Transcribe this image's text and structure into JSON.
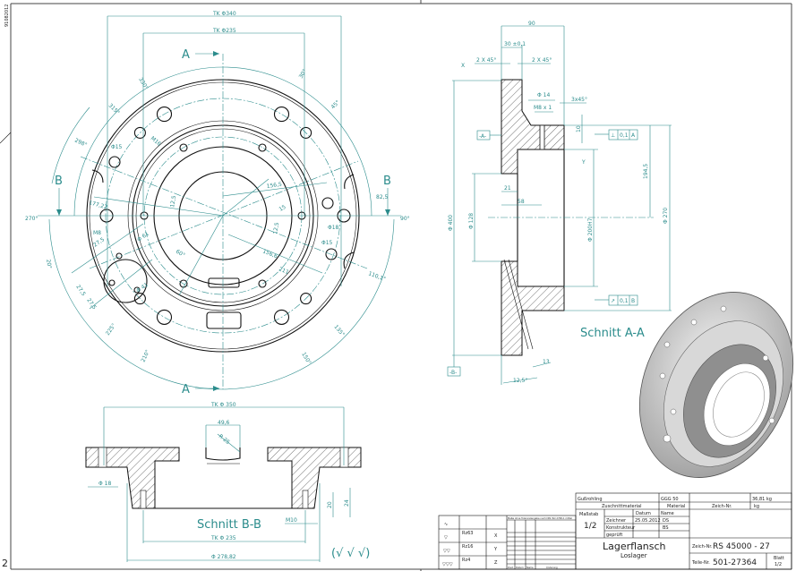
{
  "sheet": {
    "id_vertical": "91082012",
    "page_marker": "2"
  },
  "top_view": {
    "cut_a_top": "A",
    "cut_a_bottom": "A",
    "cut_b_left": "B",
    "cut_b_right": "B",
    "dims": {
      "tk340": "TK Φ340",
      "tk235": "TK Φ235",
      "a330": "330°",
      "a30": "30°",
      "a315": "315°",
      "a45": "45°",
      "a298": "298°",
      "d15a": "Φ15",
      "m16": "M16",
      "r1565": "156,5",
      "r825": "82,5",
      "a90": "90°",
      "a270": "270°",
      "r17722": "177,22",
      "m8": "M8",
      "d61": "Φ 61",
      "d41": "Φ 41",
      "l275a": "27,5",
      "l275b": "27,5",
      "l275c": "27,5",
      "a60": "60°",
      "r1566": "156,6",
      "r211": "211",
      "a1101": "110,1°",
      "d18": "Φ18",
      "d15b": "Φ15",
      "a225": "225°",
      "a210": "210°",
      "a150": "150°",
      "a135": "135°",
      "a20": "20°",
      "a125a": "12,5",
      "a125b": "12,5",
      "a15": "15"
    }
  },
  "section_aa": {
    "title": "Schnitt A-A",
    "dims": {
      "w90": "90",
      "w30": "30 ±0,1",
      "ch1": "2 X 45°",
      "ch2": "2 X 45°",
      "d14": "Φ 14",
      "m8x1": "M8 x 1",
      "ch3": "3x45°",
      "h10": "10",
      "r1945": "194,5",
      "d270": "Φ 270",
      "d400": "Φ 400",
      "d128": "Φ 128",
      "d200": "Φ 200H7",
      "w21": "21",
      "w58": "58",
      "ang": "12,5°",
      "w13": "13"
    },
    "datum_a": "-A-",
    "datum_b": "-B-",
    "tol_perp": [
      "⊥",
      "0,1",
      "A"
    ],
    "tol_runout": [
      "↗",
      "0,1",
      "B"
    ],
    "surf_x": "X",
    "surf_y": "Y"
  },
  "section_bb": {
    "title": "Schnitt B-B",
    "dims": {
      "tk350": "TK Φ 350",
      "w496": "49,6",
      "r25": "R 25",
      "d18": "Φ 18",
      "h20": "20",
      "h24": "24",
      "m10": "M10",
      "tk235": "TK Φ 235",
      "d27882": "Φ 278,82"
    },
    "surface_note": "(√ √ √)"
  },
  "surface_table": {
    "header": "Maße ohne Toleranzangabe nach DIN ISO 2768-1 mittel",
    "rows": [
      {
        "symbol": "∿",
        "value": ""
      },
      {
        "symbol": "▽",
        "value": "Rz63",
        "letter": "X"
      },
      {
        "symbol": "▽▽",
        "value": "Rz16",
        "letter": "Y"
      },
      {
        "symbol": "▽▽▽",
        "value": "Rz4",
        "letter": "Z"
      }
    ],
    "footer": [
      "Zust.",
      "Datum",
      "Name",
      "Änderung"
    ]
  },
  "title_block": {
    "blank_label": "Gußrohling",
    "material": "GGG 50",
    "mass": "36,81 kg",
    "h_zuschnitt": "Zuschnittmaterial",
    "h_material": "Material",
    "h_zeich": "Zeich-Nr.",
    "h_kg": "kg",
    "scale_label": "Maßstab",
    "scale": "1/2",
    "h_datum": "Datum",
    "h_name": "Name",
    "r_zeichner": "Zeichner",
    "date": "25.05.2012",
    "name_zeichner": "DS",
    "r_konstrukteur": "Konstrukteur",
    "name_konstrukteur": "BS",
    "r_geprueft": "geprüft",
    "part_name": "Lagerflansch",
    "part_sub": "Loslager",
    "drawing_no_label": "Zeich-Nr.",
    "drawing_no": "RS 45000 - 27",
    "part_no_label": "Teile-Nr.",
    "part_no": "501-27364",
    "sheet_label": "Blatt",
    "sheet": "1/2"
  }
}
